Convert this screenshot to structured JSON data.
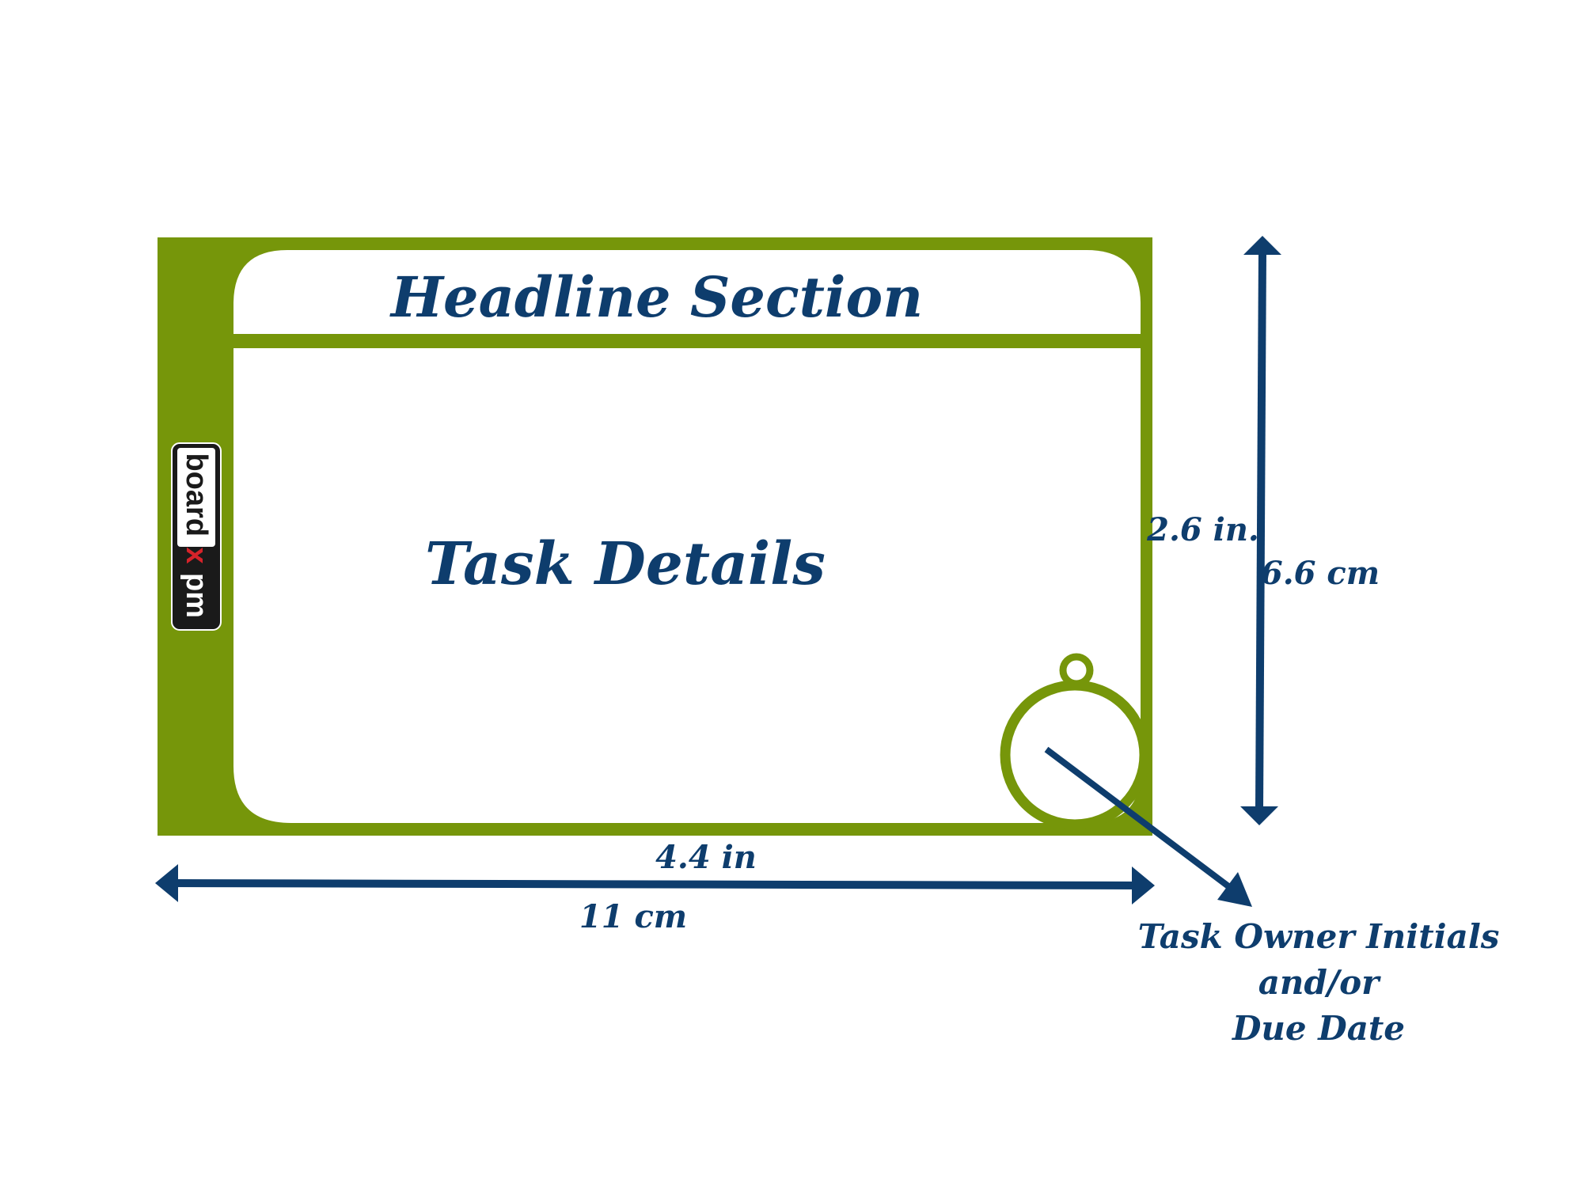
{
  "colors": {
    "card_green": "#76960a",
    "label_navy": "#0e3d6d",
    "logo_dark": "#1a1a1a",
    "logo_red": "#d6232a",
    "background": "#ffffff"
  },
  "card": {
    "headline_label": "Headline Section",
    "details_label": "Task Details",
    "logo": {
      "icon": "pmxboard-logo",
      "prefix": "pm",
      "mark": "x",
      "suffix": "board"
    }
  },
  "dimensions": {
    "width_in": "4.4 in",
    "width_cm": "11 cm",
    "height_in": "2.6 in.",
    "height_cm": "6.6 cm"
  },
  "callout": {
    "line1": "Task Owner Initials",
    "line2": "and/or",
    "line3": "Due Date"
  }
}
